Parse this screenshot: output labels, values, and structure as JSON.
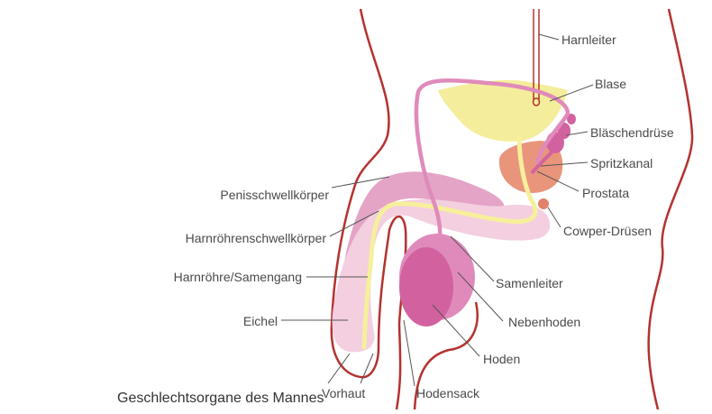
{
  "caption": "Geschlechtsorgane des Mannes",
  "labels": {
    "harnleiter": "Harnleiter",
    "blase": "Blase",
    "blaeschendruese": "Bläschendrüse",
    "spritzkanal": "Spritzkanal",
    "prostata": "Prostata",
    "cowper": "Cowper-Drüsen",
    "penisschwellkoerper": "Penisschwellkörper",
    "harnroehrenschwellkoerper": "Harnröhrenschwellkörper",
    "harnroehre": "Harnröhre/Samengang",
    "eichel": "Eichel",
    "samenleiter": "Samenleiter",
    "nebenhoden": "Nebenhoden",
    "hoden": "Hoden",
    "vorhaut": "Vorhaut",
    "hodensack": "Hodensack"
  },
  "colors": {
    "body_outline": "#b5322f",
    "bladder": "#f4ee9c",
    "prostate": "#e9957c",
    "seminal_vesicle": "#d2629f",
    "corpus_cavernosum": "#e4a4c6",
    "corpus_spongiosum": "#f3cfe0",
    "urethra": "#f6ef9b",
    "vas_deferens": "#e08abb",
    "testis": "#d2629f",
    "epididymis": "#e08abb",
    "leader_line": "#555555"
  }
}
